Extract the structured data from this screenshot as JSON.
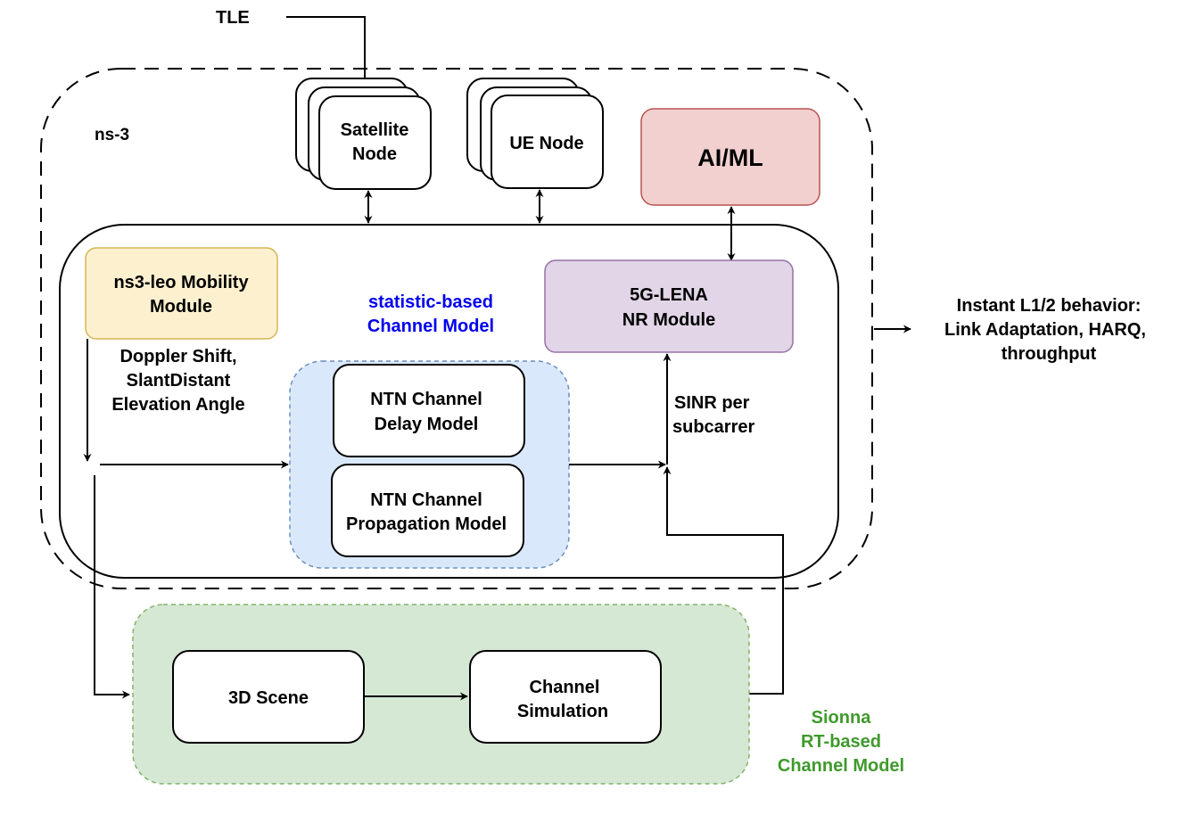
{
  "diagram": {
    "inputs": {
      "tle": "TLE"
    },
    "ns3": {
      "label": "ns-3"
    },
    "satellite_node": {
      "lines": [
        "Satellite",
        "Node"
      ]
    },
    "ue_node": {
      "lines": [
        "UE Node"
      ]
    },
    "aiml": {
      "label": "AI/ML",
      "fill": "#f2d0cf",
      "stroke": "#b85450"
    },
    "mobility": {
      "lines": [
        "ns3-leo Mobility",
        "Module"
      ],
      "fill": "#fcf0cf",
      "stroke": "#d6b656"
    },
    "mobility_outputs": {
      "lines": [
        "Doppler Shift,",
        "SlantDistant",
        "Elevation Angle"
      ]
    },
    "stat_channel": {
      "lines": [
        "statistic-based",
        "Channel Model"
      ],
      "color": "#0000ee",
      "fill": "#dae8fc",
      "stroke": "#6c8ebf"
    },
    "ntn_delay": {
      "lines": [
        "NTN Channel",
        "Delay Model"
      ]
    },
    "ntn_prop": {
      "lines": [
        "NTN Channel",
        "Propagation Model"
      ]
    },
    "nr_module": {
      "lines": [
        "5G-LENA",
        "NR Module"
      ],
      "fill": "#e1d5e7",
      "stroke": "#9673a6"
    },
    "sinr": {
      "lines": [
        "SINR per",
        "subcarrer"
      ]
    },
    "output": {
      "lines": [
        "Instant L1/2 behavior:",
        "Link Adaptation, HARQ,",
        "throughput"
      ]
    },
    "sionna": {
      "lines": [
        "Sionna",
        "RT-based",
        "Channel Model"
      ],
      "color": "#3f9a2c",
      "fill": "#d5e8d4",
      "stroke": "#82b366"
    },
    "scene": {
      "label": "3D Scene"
    },
    "channel_sim": {
      "lines": [
        "Channel",
        "Simulation"
      ]
    }
  }
}
